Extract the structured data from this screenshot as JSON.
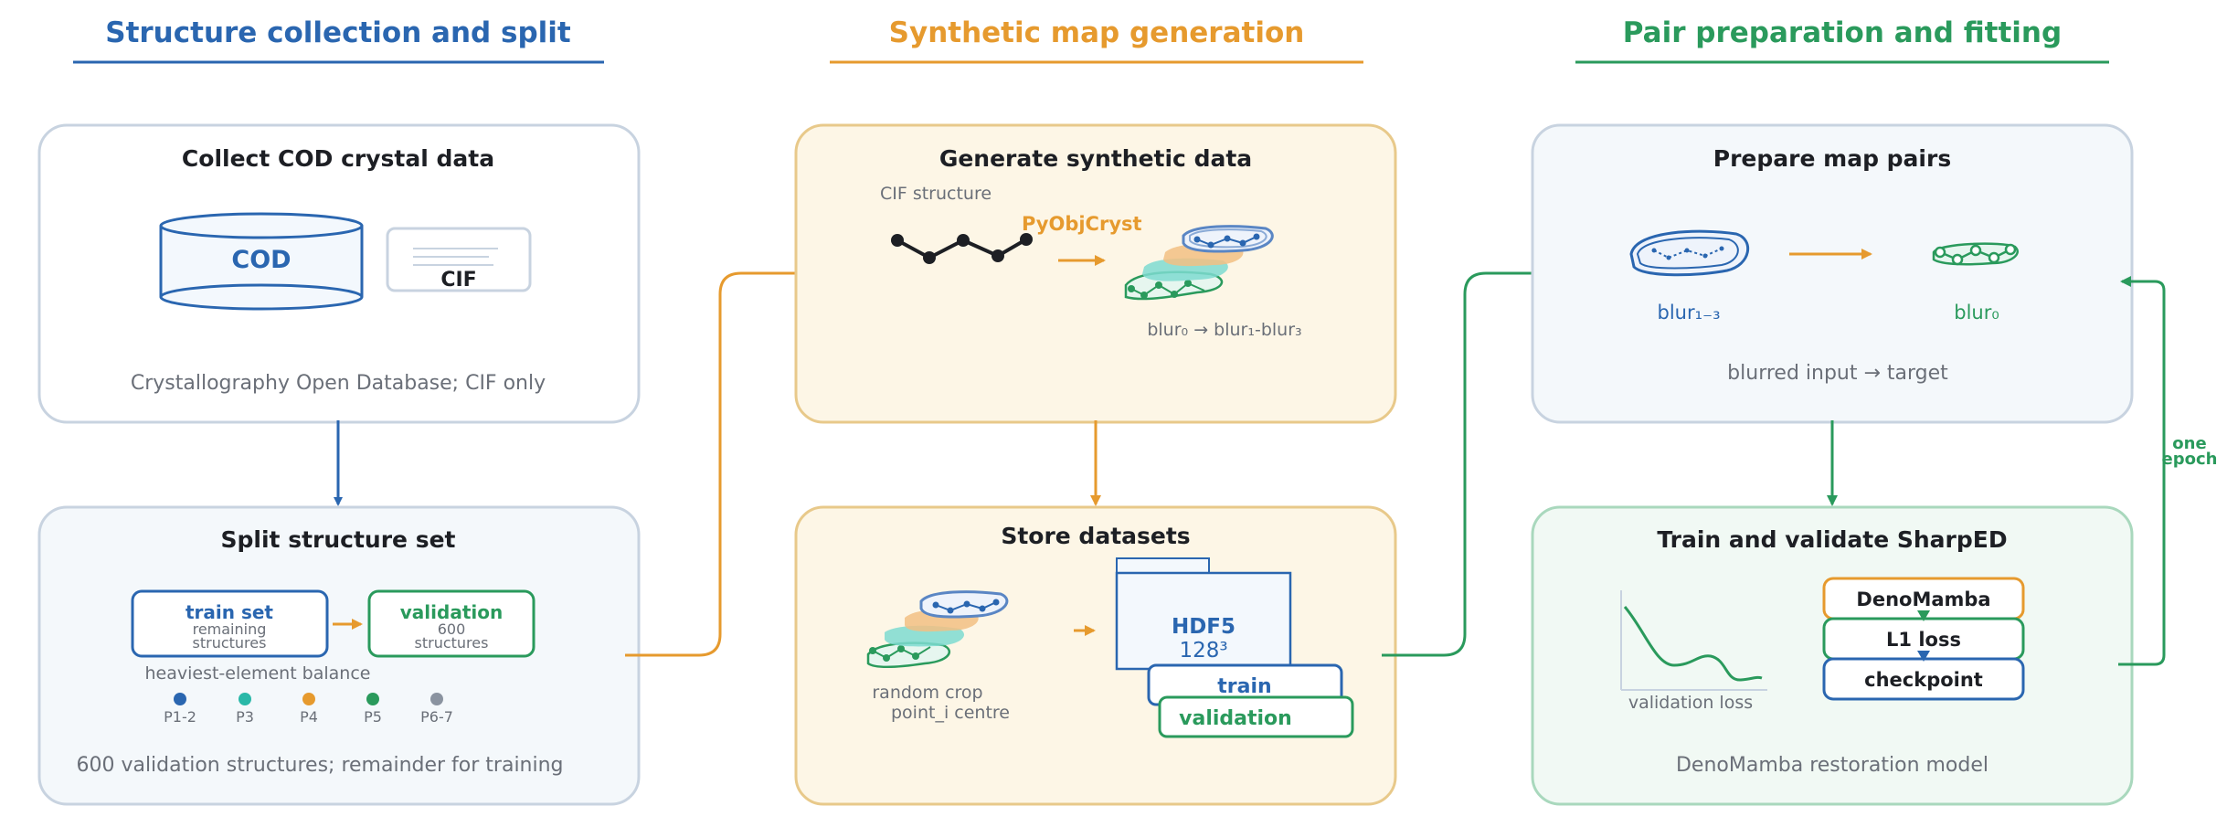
{
  "colors": {
    "blue": "#2a66b0",
    "orange": "#e69a2e",
    "green": "#2a9a5c",
    "teal": "#29b8a8",
    "gray": "#8a93a0",
    "dark": "#1d1f24"
  },
  "sections": [
    {
      "title": "Structure collection and split"
    },
    {
      "title": "Synthetic map generation"
    },
    {
      "title": "Pair preparation and fitting"
    }
  ],
  "collect": {
    "title": "Collect COD crystal data",
    "cod_label": "COD",
    "cif_label": "CIF",
    "caption": "Crystallography Open Database; CIF only"
  },
  "split": {
    "title": "Split structure set",
    "train": {
      "title": "train set",
      "line1": "remaining",
      "line2": "structures"
    },
    "validation": {
      "title": "validation",
      "line1": "600",
      "line2": "structures"
    },
    "balance_label": "heaviest-element balance",
    "legend": [
      {
        "label": "P1-2",
        "color": "#2a66b0"
      },
      {
        "label": "P3",
        "color": "#29b8a8"
      },
      {
        "label": "P4",
        "color": "#e69a2e"
      },
      {
        "label": "P5",
        "color": "#2a9a5c"
      },
      {
        "label": "P6-7",
        "color": "#8a93a0"
      }
    ],
    "caption": "600 validation structures; remainder for training"
  },
  "generate": {
    "title": "Generate synthetic data",
    "cif_structure": "CIF structure",
    "tool": "PyObjCryst",
    "blur_caption": "blur₀ →  blur₁-blur₃"
  },
  "store": {
    "title": "Store datasets",
    "crop_line1": "random crop",
    "crop_line2": "point_i centre",
    "hdf5": "HDF5",
    "size": "128³",
    "train": "train",
    "validation": "validation"
  },
  "prepare": {
    "title": "Prepare map pairs",
    "input_label": "blur₁₋₃",
    "target_label": "blur₀",
    "caption": "blurred input  →  target"
  },
  "train_validate": {
    "title": "Train and validate SharpED",
    "loss_label": "validation loss",
    "steps": [
      "DenoMamba",
      "L1 loss",
      "checkpoint"
    ],
    "caption": "DenoMamba restoration model"
  },
  "loop_label": {
    "line1": "one",
    "line2": "epoch"
  }
}
